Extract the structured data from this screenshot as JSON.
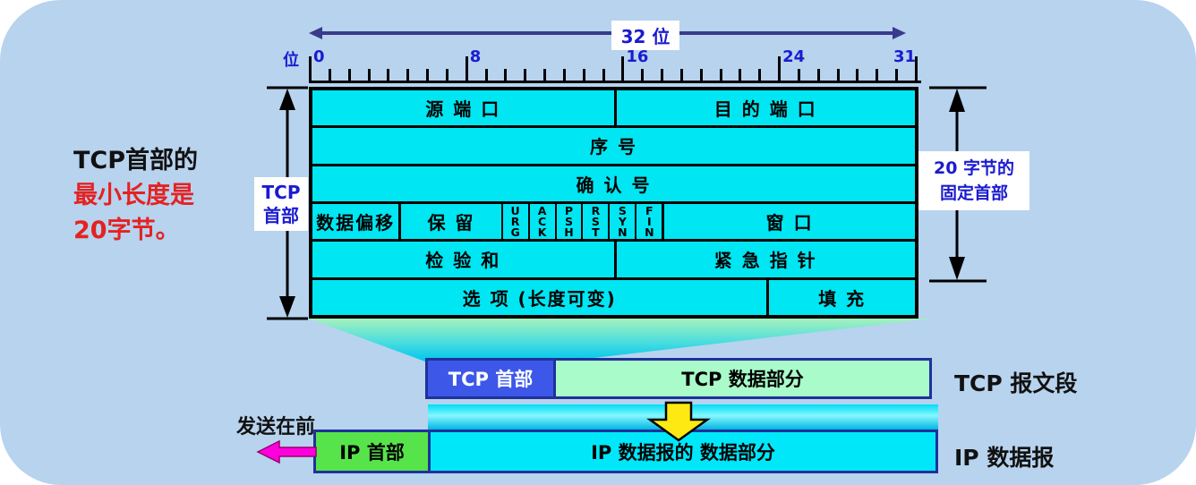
{
  "colors": {
    "panel_bg": "#b7d3ee",
    "table_cell_cyan": "#00e6f2",
    "tcp_header_blue": "#3d58e8",
    "tcp_data_mint": "#a9fcca",
    "ip_header_green": "#57e44b",
    "ip_data_cyan": "#00e7fa",
    "accent_text_blue": "#1b1bd0",
    "note_red": "#e42222",
    "navy_border": "#1f3299",
    "arrow_navy": "#3a3a8c",
    "yellow_arrow": "#ffe912",
    "magenta_arrow": "#ff00dd"
  },
  "top_arrow": {
    "label": "32 位"
  },
  "bit_ruler": {
    "unit": "位",
    "total_bits": 32,
    "labeled_ticks": [
      {
        "bit": 0,
        "label": "0"
      },
      {
        "bit": 8,
        "label": "8"
      },
      {
        "bit": 16,
        "label": "16"
      },
      {
        "bit": 24,
        "label": "24"
      },
      {
        "bit": 31,
        "label": "31"
      }
    ]
  },
  "note": {
    "line1": "TCP首部的",
    "line2": "最小长度是",
    "line3": "20字节。"
  },
  "left_dimension": {
    "label": "TCP\n首部"
  },
  "right_dimension": {
    "label": "20 字节的\n固定首部"
  },
  "tcp_header_table": {
    "rows": [
      {
        "cells": [
          {
            "name": "field-source-port",
            "t": "源 端 口",
            "w": 50
          },
          {
            "name": "field-dest-port",
            "t": "目 的 端 口",
            "w": 50
          }
        ]
      },
      {
        "cells": [
          {
            "name": "field-sequence-number",
            "t": "序  号",
            "w": 100
          }
        ]
      },
      {
        "cells": [
          {
            "name": "field-ack-number",
            "t": "确  认  号",
            "w": 100
          }
        ]
      },
      {
        "cells": [
          {
            "name": "field-data-offset",
            "t": "数据偏移",
            "w": 14.3
          },
          {
            "name": "field-reserved",
            "t": "保  留",
            "w": 17
          },
          {
            "name": "field-flag-urg",
            "t": "U\nR\nG",
            "w": 4.45,
            "flag": true
          },
          {
            "name": "field-flag-ack",
            "t": "A\nC\nK",
            "w": 4.45,
            "flag": true
          },
          {
            "name": "field-flag-psh",
            "t": "P\nS\nH",
            "w": 4.45,
            "flag": true
          },
          {
            "name": "field-flag-rst",
            "t": "R\nS\nT",
            "w": 4.45,
            "flag": true
          },
          {
            "name": "field-flag-syn",
            "t": "S\nY\nN",
            "w": 4.45,
            "flag": true
          },
          {
            "name": "field-flag-fin",
            "t": "F\nI\nN",
            "w": 4.45,
            "flag": true
          },
          {
            "name": "field-window",
            "t": "窗  口",
            "w": 42
          }
        ]
      },
      {
        "cells": [
          {
            "name": "field-checksum",
            "t": "检 验 和",
            "w": 50
          },
          {
            "name": "field-urgent-pointer",
            "t": "紧 急 指 针",
            "w": 50
          }
        ]
      },
      {
        "cells": [
          {
            "name": "field-options",
            "t": "选 项  (长度可变)",
            "w": 75.4
          },
          {
            "name": "field-padding",
            "t": "填 充",
            "w": 24.6
          }
        ]
      }
    ]
  },
  "tcp_segment": {
    "header": "TCP 首部",
    "data": "TCP 数据部分",
    "label": "TCP 报文段"
  },
  "ip_datagram": {
    "header": "IP 首部",
    "data": "IP 数据报的 数据部分",
    "label": "IP 数据报"
  },
  "send_first": {
    "label": "发送在前"
  }
}
